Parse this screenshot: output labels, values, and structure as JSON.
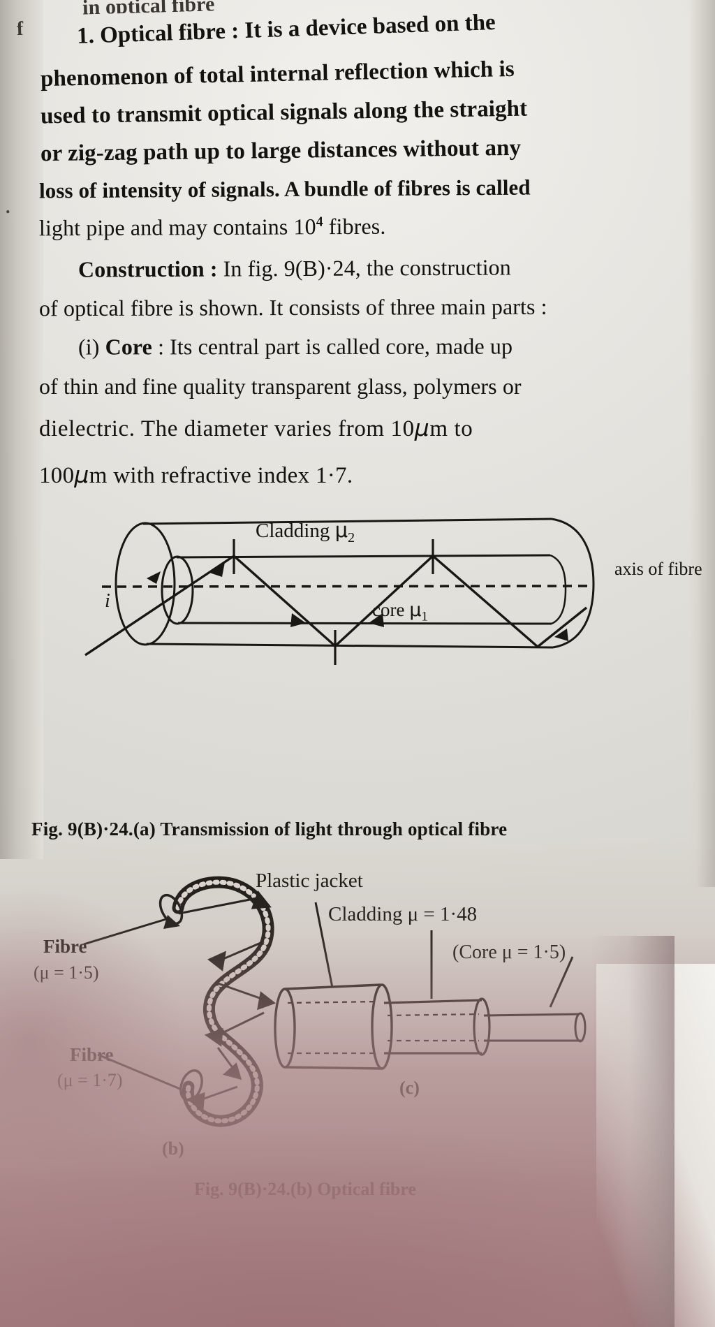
{
  "page": {
    "clipped_top_line": "in optical fibre",
    "left_margin_glyph": "f",
    "paragraphs": [
      {
        "id": "p1",
        "lines": [
          "1. Optical fibre : It is a device based on the",
          "phenomenon of total internal reflection which is",
          "used to transmit optical signals along the straight",
          "or zig-zag path up to large distances without any",
          "loss of intensity of signals. A bundle of fibres is called",
          "light pipe and may contains 10⁴ fibres."
        ],
        "lead_label": "1. Optical fibre :"
      },
      {
        "id": "p2",
        "lines": [
          "Construction : In fig. 9(B)·24, the construction",
          "of optical fibre is shown. It consists of three main parts :"
        ],
        "lead_label": "Construction :"
      },
      {
        "id": "p3",
        "lines": [
          "(i) Core : Its central part is called core, made up",
          "of thin and fine quality transparent glass, polymers or",
          "dielectric. The diameter varies from 10μm to",
          "100μm with refractive index 1·7."
        ],
        "lead_label": "(i) Core :"
      }
    ]
  },
  "figure_a": {
    "labels": {
      "cladding": "Cladding μ₂",
      "core": "core μ₁",
      "axis": "axis of fibre",
      "incident_angle": "i"
    },
    "caption": "Fig. 9(B)·24.(a) Transmission of light through optical fibre"
  },
  "figure_b": {
    "labels": {
      "fibre_1_name": "Fibre",
      "fibre_1_value": "(μ = 1·5)",
      "fibre_2_name": "Fibre",
      "fibre_2_value": "(μ = 1·7)",
      "part_label": "(b)"
    }
  },
  "figure_c": {
    "labels": {
      "plastic_jacket": "Plastic jacket",
      "cladding": "Cladding μ = 1·48",
      "core": "(Core μ = 1·5)",
      "part_label": "(c)"
    }
  },
  "figure_b_caption": "Fig. 9(B)·24.(b) Optical fibre",
  "colors": {
    "ink": "#14120f",
    "paper": "#e8e6e1",
    "shadow_pink": "#a87b7e",
    "spine": "#a8a49d"
  }
}
